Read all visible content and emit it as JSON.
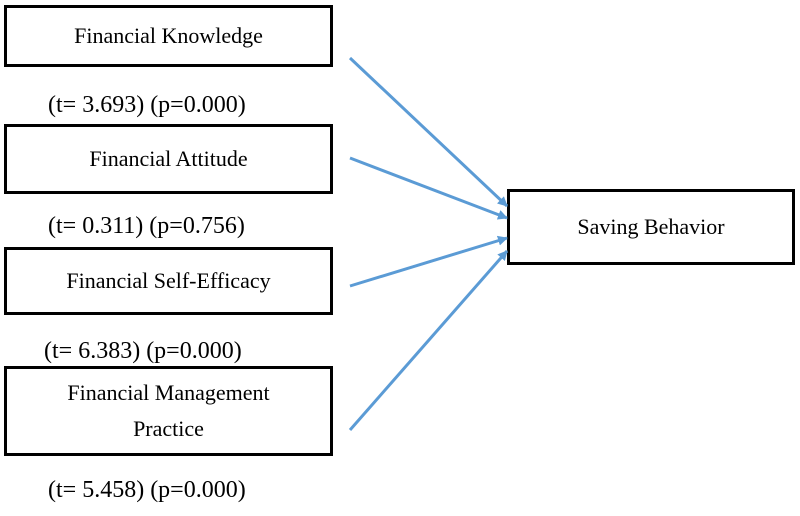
{
  "diagram": {
    "predictors": [
      {
        "label": "Financial Knowledge",
        "stat": "(t= 3.693) (p=0.000)"
      },
      {
        "label": "Financial Attitude",
        "stat": "(t= 0.311) (p=0.756)"
      },
      {
        "label": "Financial Self-Efficacy",
        "stat": "(t= 6.383) (p=0.000)"
      },
      {
        "label": "Financial Management Practice",
        "stat": "(t= 5.458) (p=0.000)"
      }
    ],
    "outcome": {
      "label": "Saving Behavior"
    },
    "colors": {
      "arrow": "#5b9bd5",
      "border": "#000000",
      "text": "#000000"
    }
  }
}
